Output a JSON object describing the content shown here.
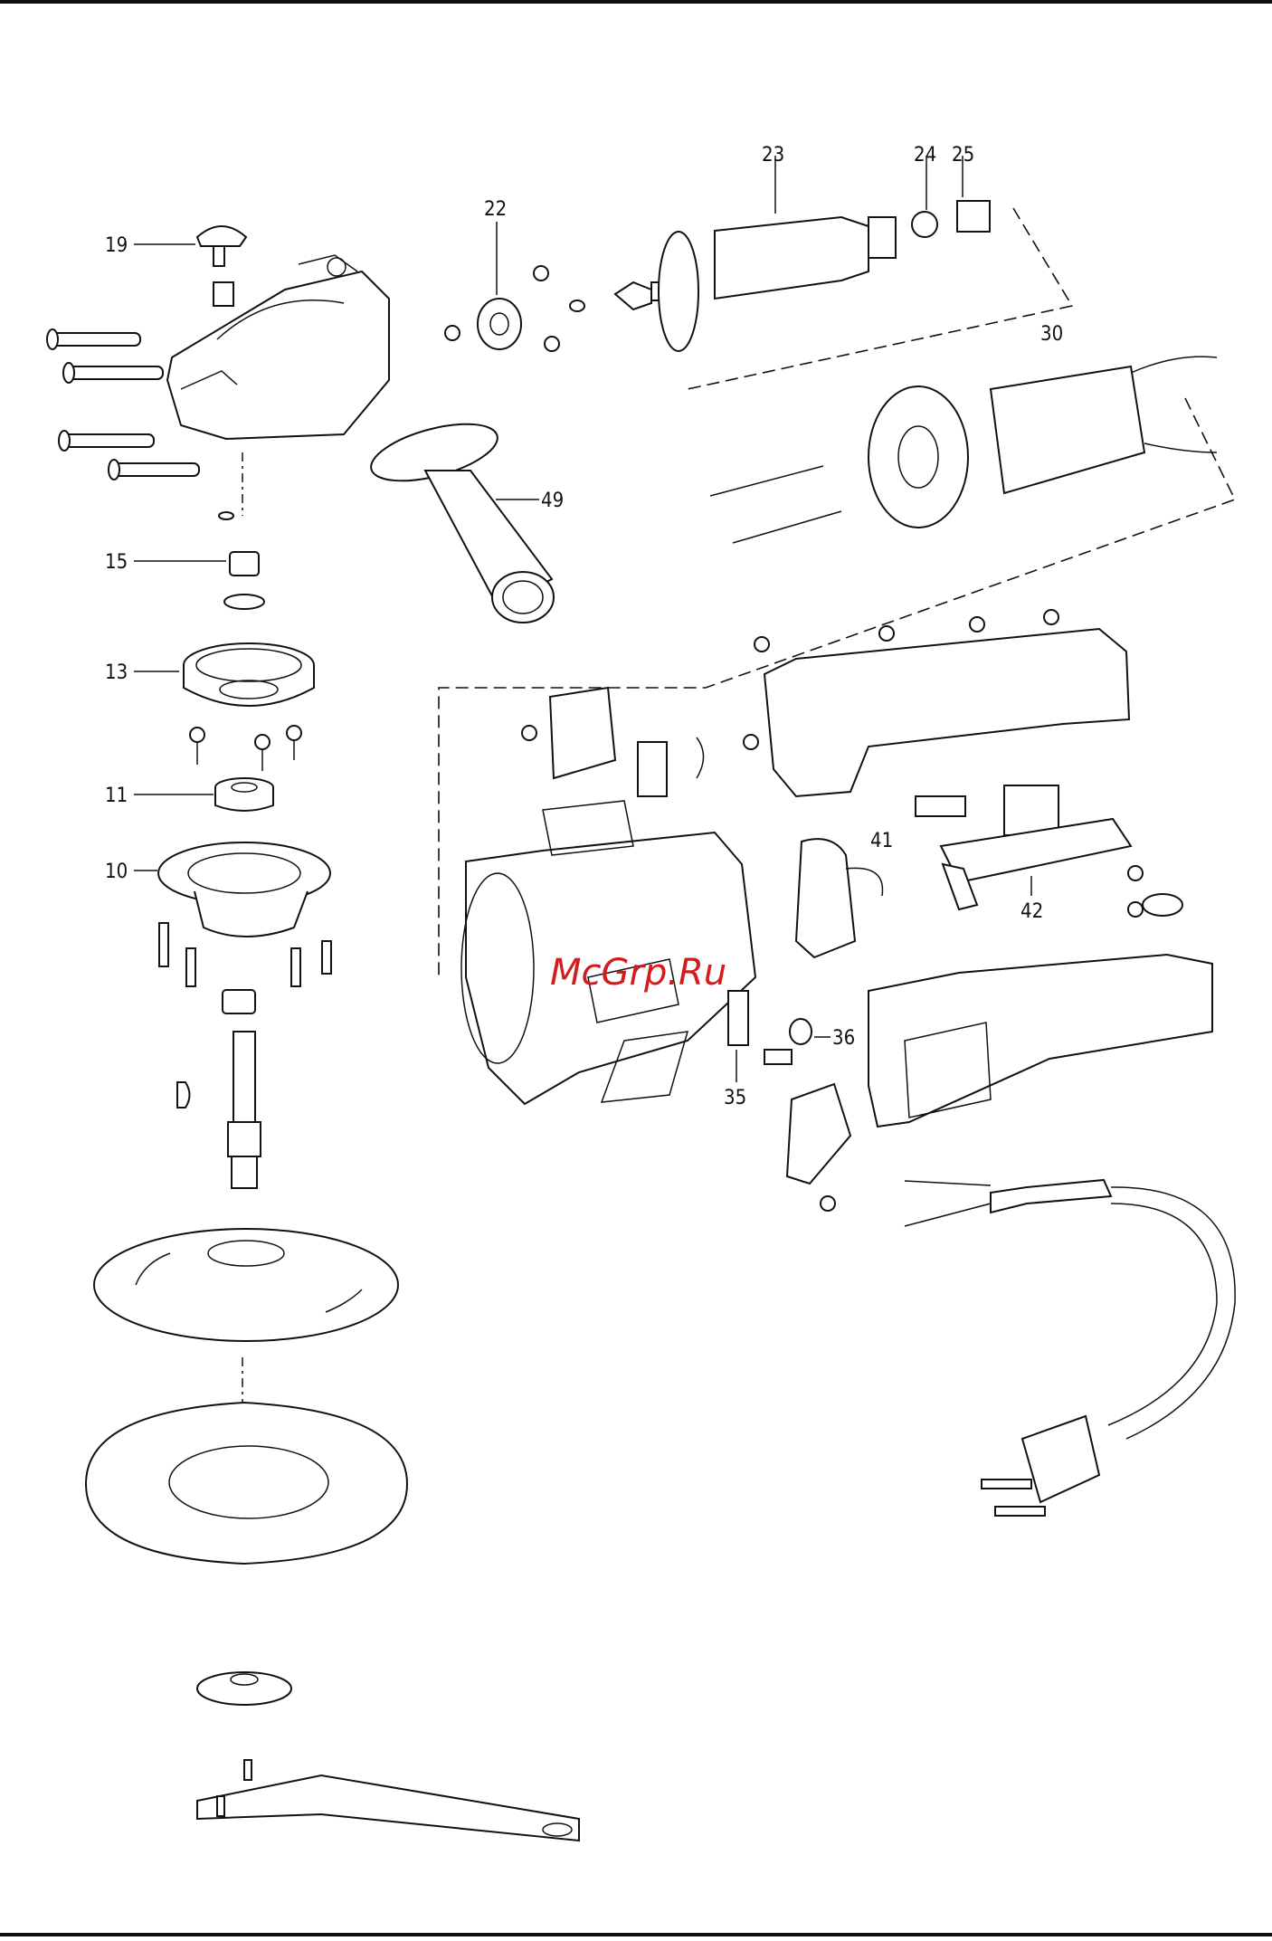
{
  "watermark": "McGrp.Ru",
  "callouts": {
    "c19": "19",
    "c22": "22",
    "c23": "23",
    "c24": "24",
    "c25": "25",
    "c30": "30",
    "c49": "49",
    "c15": "15",
    "c13": "13",
    "c11": "11",
    "c10": "10",
    "c41": "41",
    "c42": "42",
    "c36": "36",
    "c35": "35"
  },
  "colors": {
    "ink": "#111111",
    "watermark": "#d41c1c",
    "paper": "#ffffff"
  }
}
